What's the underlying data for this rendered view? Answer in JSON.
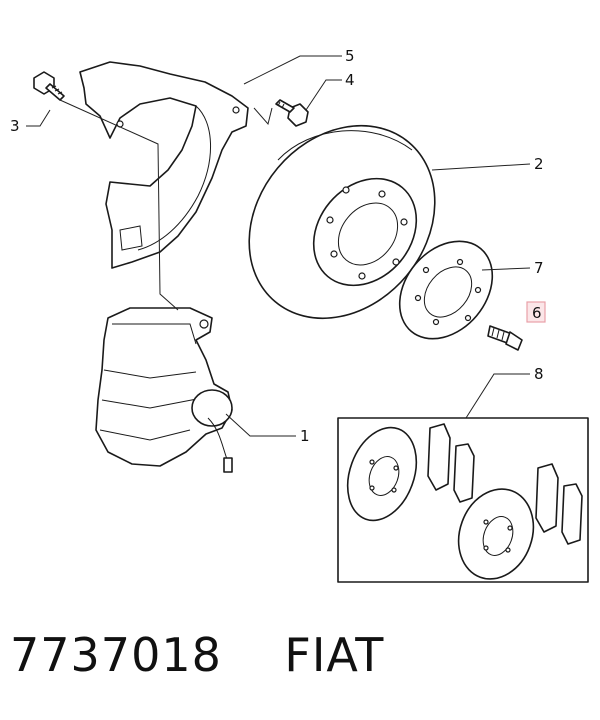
{
  "callouts": {
    "c1": "1",
    "c2": "2",
    "c3": "3",
    "c4": "4",
    "c5": "5",
    "c6": "6",
    "c7": "7",
    "c8": "8"
  },
  "highlight": {
    "color": "#e8a0a8",
    "fill": "#fbe6e8"
  },
  "caption": "7737018    FIAT"
}
